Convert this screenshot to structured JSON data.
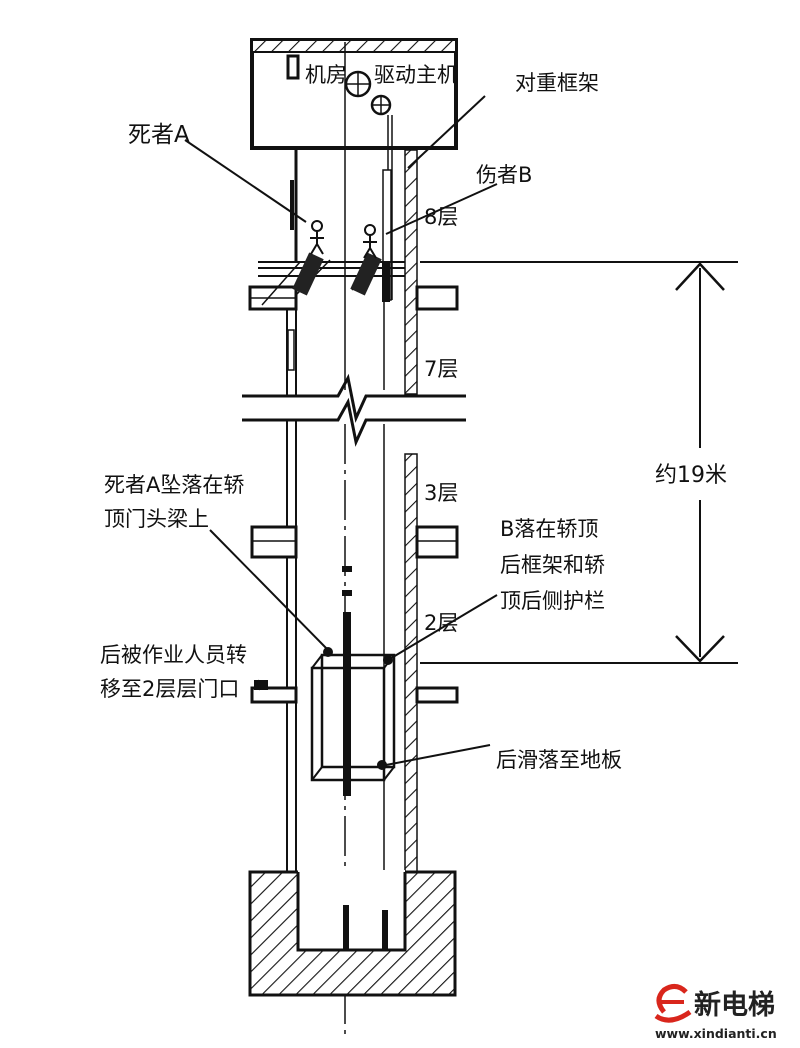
{
  "labels": {
    "machine_room": "机房",
    "drive_machine": "驱动主机",
    "victim_a": "死者A",
    "counterweight_frame": "对重框架",
    "injured_b": "伤者B",
    "floor_8": "8层",
    "floor_7": "7层",
    "floor_3": "3层",
    "floor_2": "2层",
    "height": "约19米",
    "a_fall_1": "死者A坠落在轿",
    "a_fall_2": "顶门头梁上",
    "b_fall_1": "B落在轿顶",
    "b_fall_2": "后框架和轿",
    "b_fall_3": "顶后侧护栏",
    "moved_1": "后被作业人员转",
    "moved_2": "移至2层层门口",
    "slid": "后滑落至地板"
  },
  "logo": {
    "name": "新电梯",
    "url": "www.xindianti.cn",
    "accent_color": "#d9261c"
  }
}
